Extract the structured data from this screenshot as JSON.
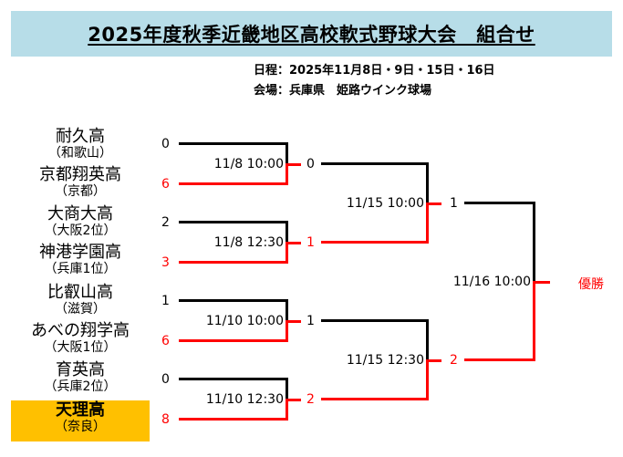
{
  "title": "2025年度秋季近畿地区高校軟式野球大会　組合せ",
  "schedule": "日程：2025年11月8日・9日・15日・16日",
  "venue": "会場：兵庫県　姫路ウインク球場",
  "colors": {
    "title_bg": "#b7dde8",
    "winner_bg": "#ffc000",
    "win_line": "#ff0000",
    "lose_line": "#000000"
  },
  "teams": [
    {
      "name": "耐久高",
      "pref": "（和歌山）"
    },
    {
      "name": "京都翔英高",
      "pref": "（京都）"
    },
    {
      "name": "大商大高",
      "pref": "（大阪2位）"
    },
    {
      "name": "神港学園高",
      "pref": "（兵庫1位）"
    },
    {
      "name": "比叡山高",
      "pref": "（滋賀）"
    },
    {
      "name": "あべの翔学高",
      "pref": "（大阪1位）"
    },
    {
      "name": "育英高",
      "pref": "（兵庫2位）"
    },
    {
      "name": "天理高",
      "pref": "（奈良）"
    }
  ],
  "round1": [
    {
      "time": "11/8 10:00",
      "top_score": "0",
      "bottom_score": "6"
    },
    {
      "time": "11/8 12:30",
      "top_score": "2",
      "bottom_score": "3"
    },
    {
      "time": "11/10 10:00",
      "top_score": "1",
      "bottom_score": "6"
    },
    {
      "time": "11/10 12:30",
      "top_score": "0",
      "bottom_score": "8"
    }
  ],
  "round2": [
    {
      "time": "11/15 10:00",
      "top_score": "0",
      "bottom_score": "1"
    },
    {
      "time": "11/15 12:30",
      "top_score": "1",
      "bottom_score": "2"
    }
  ],
  "final": {
    "time": "11/16 10:00",
    "top_score": "1",
    "bottom_score": "2"
  },
  "champion_label": "優勝"
}
